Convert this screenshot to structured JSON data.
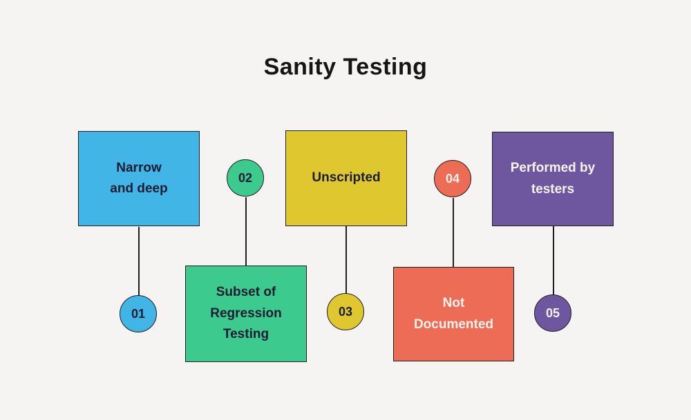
{
  "title": "Sanity Testing",
  "colors": {
    "background": "#f5f4f2",
    "outline": "#1e1e1e",
    "dark_text": "#1b1b32",
    "light_text": "#f8f2ef"
  },
  "items": [
    {
      "number": "01",
      "label": "Narrow\nand deep",
      "color": "#41b5e5",
      "text_color": "#1b1b32",
      "box_position": "top",
      "badge_position": "below-box"
    },
    {
      "number": "02",
      "label": "Subset of\nRegression\nTesting",
      "color": "#3dca8e",
      "text_color": "#1b1b32",
      "box_position": "bottom",
      "badge_position": "above-box"
    },
    {
      "number": "03",
      "label": "Unscripted",
      "color": "#dfc72f",
      "text_color": "#1b1b32",
      "box_position": "top",
      "badge_position": "below-box"
    },
    {
      "number": "04",
      "label": "Not\nDocumented",
      "color": "#ec6c55",
      "text_color": "#f8f2ef",
      "box_position": "bottom",
      "badge_position": "above-box"
    },
    {
      "number": "05",
      "label": "Performed by\ntesters",
      "color": "#6f57a0",
      "text_color": "#f8f2ef",
      "box_position": "top",
      "badge_position": "below-box"
    }
  ]
}
